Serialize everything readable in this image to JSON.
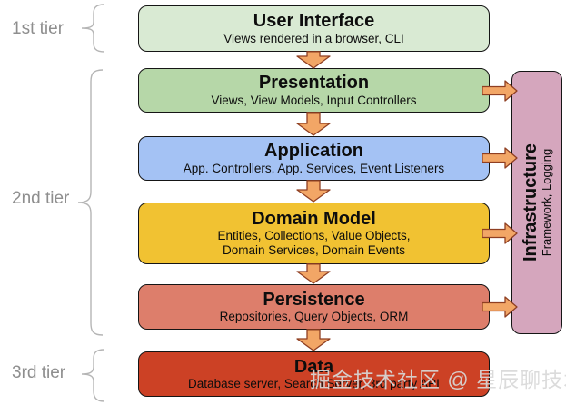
{
  "diagram": {
    "tiers": [
      {
        "label": "1st tier"
      },
      {
        "label": "2nd tier"
      },
      {
        "label": "3rd tier"
      }
    ],
    "layers": [
      {
        "title": "User Interface",
        "subtitle": "Views rendered in a browser, CLI",
        "color": "#d9ead3"
      },
      {
        "title": "Presentation",
        "subtitle": "Views, View Models, Input Controllers",
        "color": "#b6d7a8"
      },
      {
        "title": "Application",
        "subtitle": "App. Controllers, App. Services, Event Listeners",
        "color": "#a4c2f4"
      },
      {
        "title": "Domain Model",
        "subtitle_lines": [
          "Entities, Collections, Value Objects,",
          "Domain Services, Domain Events"
        ],
        "color": "#f1c232"
      },
      {
        "title": "Persistence",
        "subtitle": "Repositories, Query Objects, ORM",
        "color": "#dd7e6b"
      },
      {
        "title": "Data",
        "subtitle": "Database server, Search Server, 3rd party API",
        "color": "#cc4125"
      }
    ],
    "infrastructure": {
      "title": "Infrastructure",
      "subtitle": "Framework, Logging",
      "color": "#d5a6bd"
    },
    "arrow_color": "#f2a666",
    "watermark": "掘金技术社区 @ 星辰聊技术"
  }
}
